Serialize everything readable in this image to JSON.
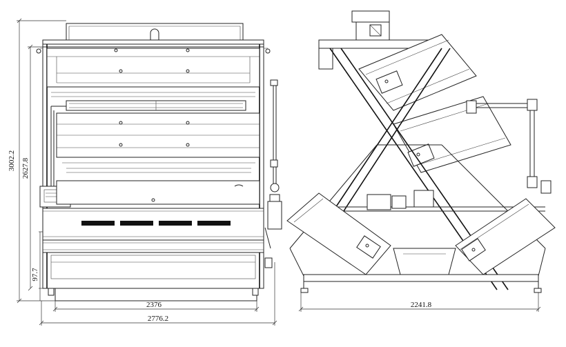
{
  "front_view": {
    "dimensions": {
      "overall_height": "3002.2",
      "frame_height": "2627.8",
      "foot_height": "97.7",
      "inner_width": "2376",
      "overall_width": "2776.2"
    }
  },
  "side_view": {
    "dimensions": {
      "overall_depth": "2241.8"
    }
  }
}
